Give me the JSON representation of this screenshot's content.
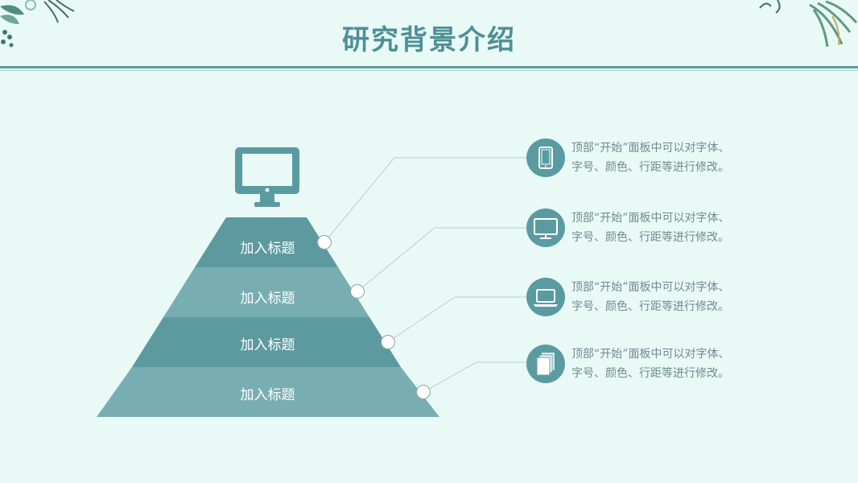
{
  "title": "研究背景介绍",
  "pyramid": {
    "layers": [
      {
        "label": "加入标题"
      },
      {
        "label": "加入标题"
      },
      {
        "label": "加入标题"
      },
      {
        "label": "加入标题"
      }
    ]
  },
  "items": [
    {
      "icon": "tablet-icon",
      "text_line1": "顶部“开始”面板中可以对字体、",
      "text_line2": "字号、颜色、行距等进行修改。"
    },
    {
      "icon": "monitor-icon",
      "text_line1": "顶部“开始”面板中可以对字体、",
      "text_line2": "字号、颜色、行距等进行修改。"
    },
    {
      "icon": "laptop-icon",
      "text_line1": "顶部“开始”面板中可以对字体、",
      "text_line2": "字号、颜色、行距等进行修改。"
    },
    {
      "icon": "documents-icon",
      "text_line1": "顶部“开始”面板中可以对字体、",
      "text_line2": "字号、颜色、行距等进行修改。"
    }
  ],
  "colors": {
    "background": "#e9faf6",
    "accent": "#5a9ba2",
    "layer_dark": "#5d9aa0",
    "layer_light": "#78aeb2",
    "title": "#4e8f97",
    "body_text": "#6f8a8c"
  }
}
